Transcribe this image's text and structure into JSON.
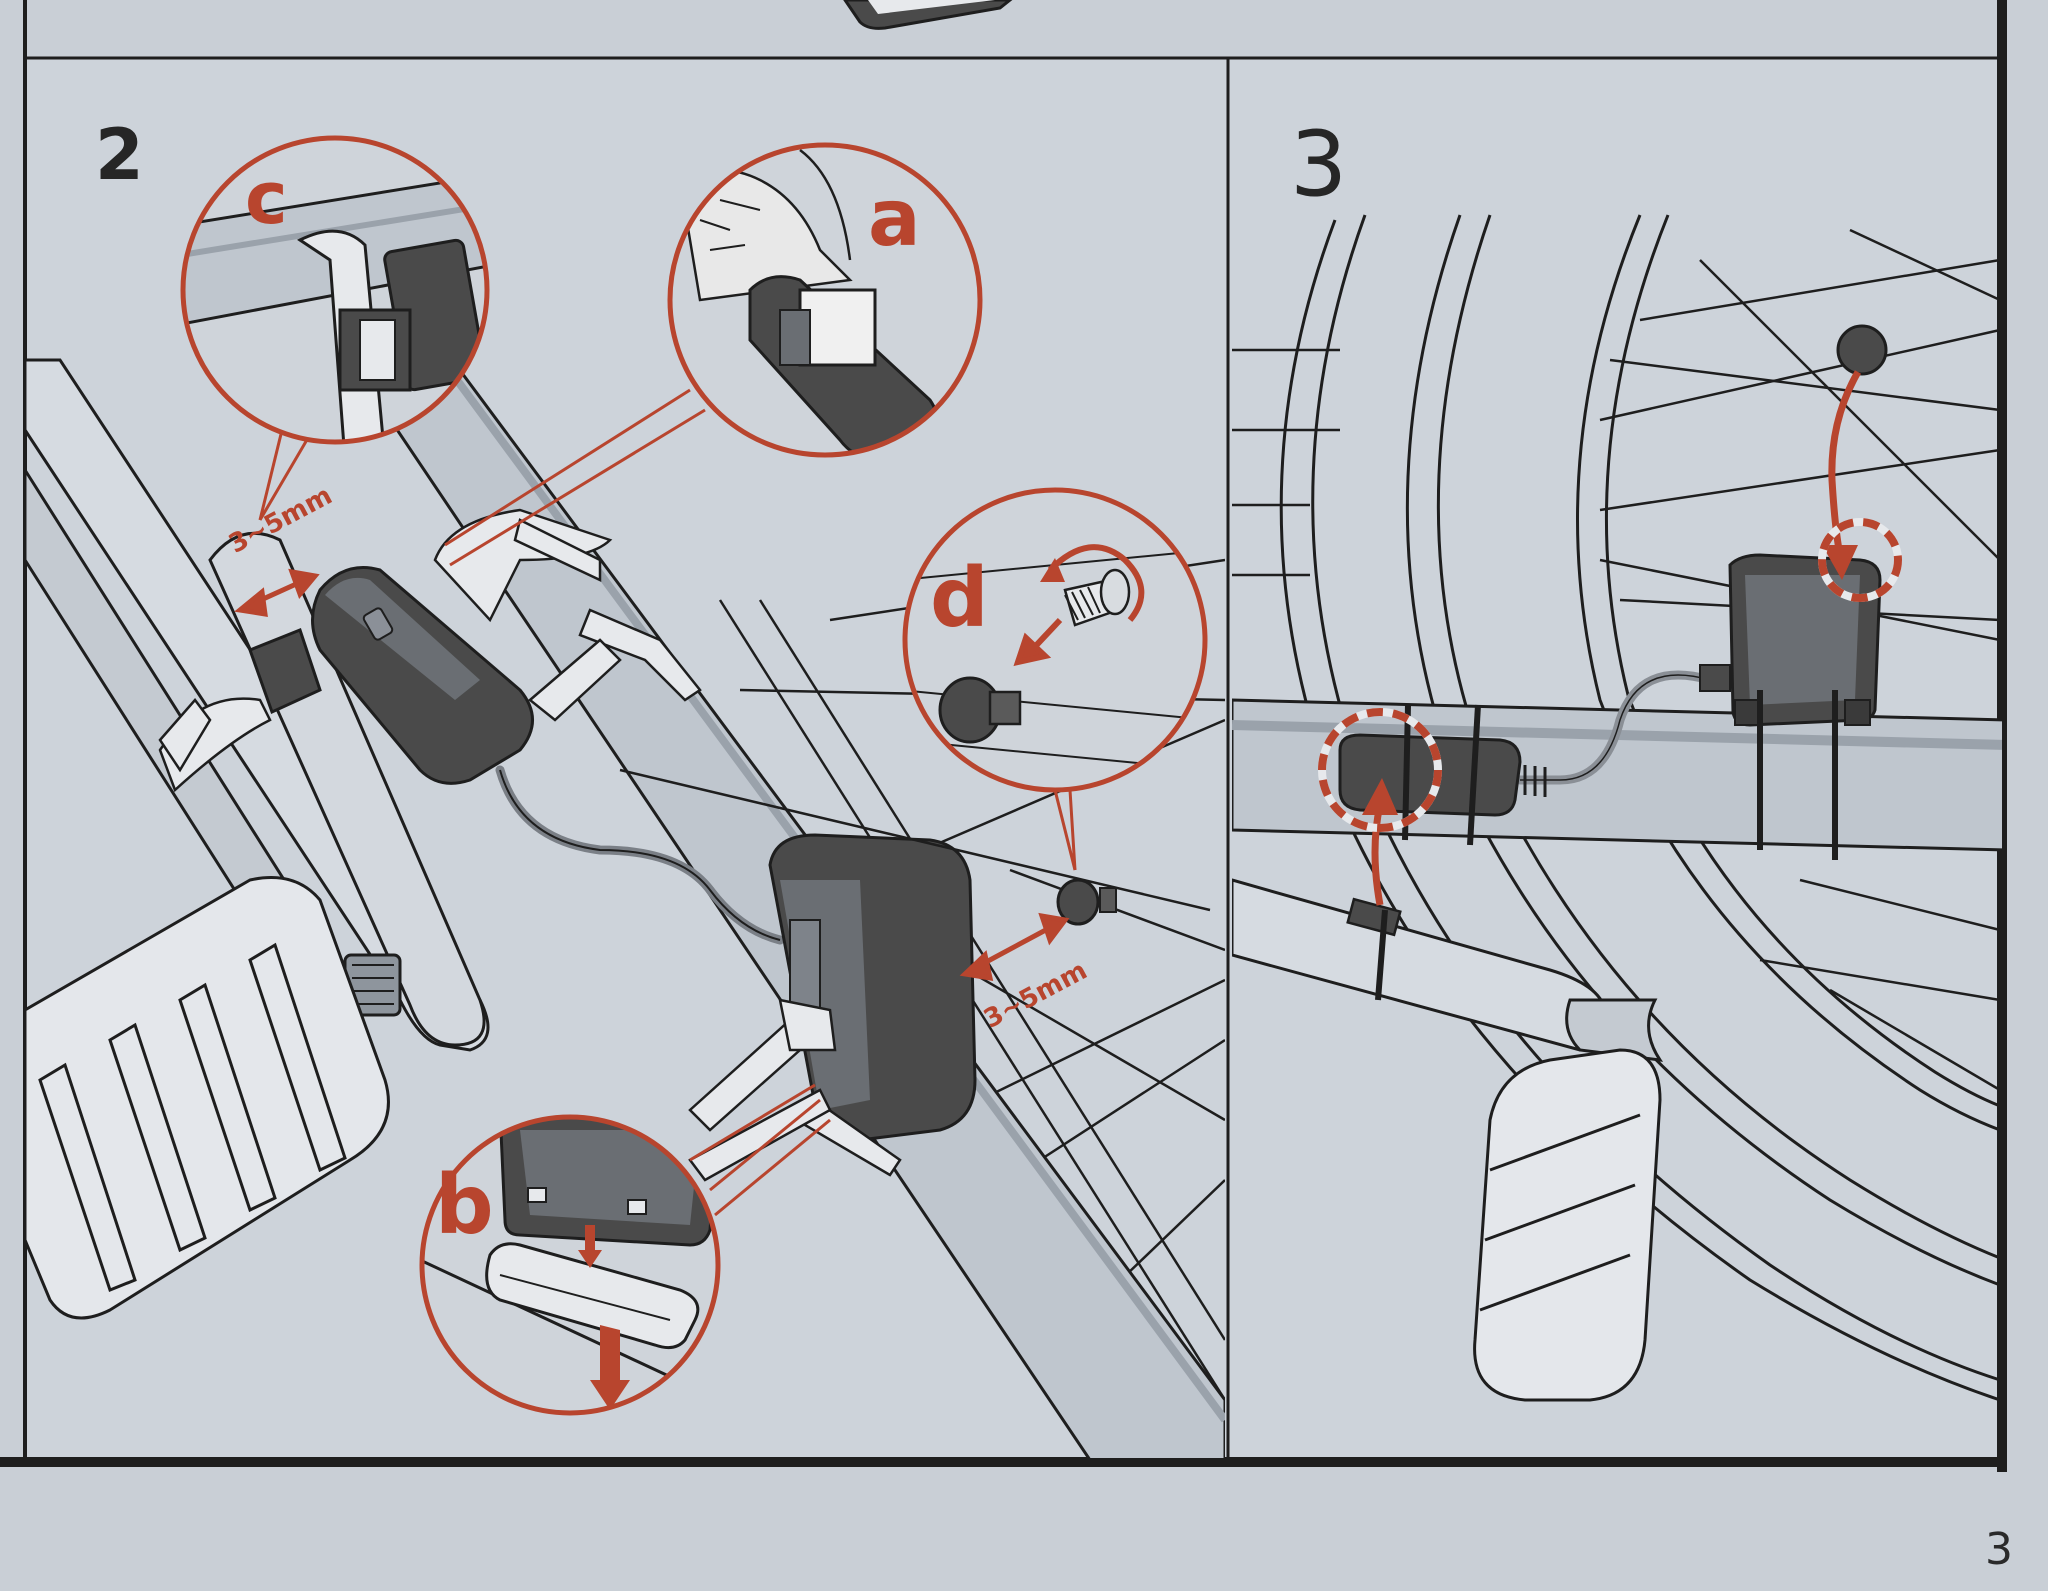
{
  "steps": [
    {
      "number": "2",
      "callouts": [
        "a",
        "b",
        "c",
        "d"
      ],
      "dimensions": [
        "3~5mm",
        "3~5mm"
      ]
    },
    {
      "number": "3"
    }
  ],
  "page_number": "3",
  "colors": {
    "background": "#c9cfd6",
    "panel": "#cdd3da",
    "accent": "#b8452e",
    "line": "#1e1e1e",
    "part_dark": "#4a4a4a",
    "part_light": "#e7e9ec"
  }
}
